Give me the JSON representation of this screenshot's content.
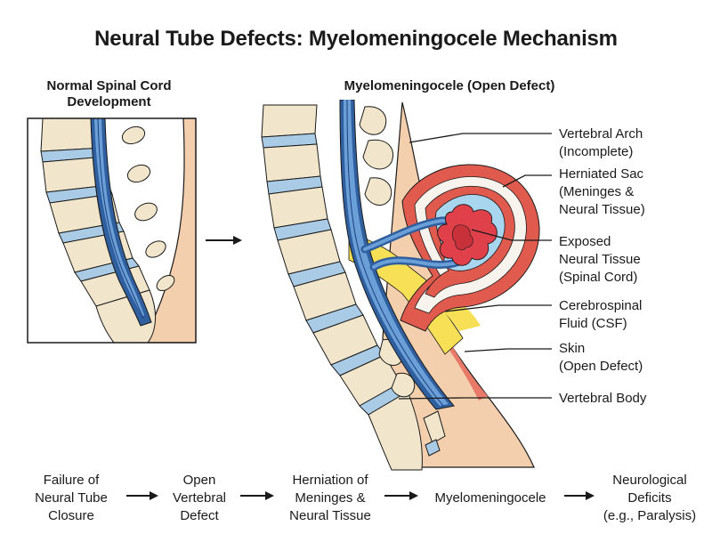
{
  "title": "Neural Tube Defects: Myelomeningocele Mechanism",
  "panels": {
    "normal": {
      "heading": "Normal Spinal Cord Development"
    },
    "defect": {
      "heading": "Myelomeningocele (Open Defect)"
    }
  },
  "labels": [
    {
      "id": "vertebral-arch",
      "text": "Vertebral Arch\n(Incomplete)"
    },
    {
      "id": "herniated-sac",
      "text": "Herniated Sac\n(Meninges &\nNeural Tissue)"
    },
    {
      "id": "exposed-neural-tissue",
      "text": "Exposed\nNeural Tissue\n(Spinal Cord)"
    },
    {
      "id": "csf",
      "text": "Cerebrospinal\nFluid (CSF)"
    },
    {
      "id": "skin",
      "text": "Skin\n(Open Defect)"
    },
    {
      "id": "vertebral-body",
      "text": "Vertebral Body"
    }
  ],
  "flow": [
    "Failure of\nNeural Tube\nClosure",
    "Open\nVertebral\nDefect",
    "Herniation of\nMeninges &\nNeural Tissue",
    "Myelomeningocele",
    "Neurological\nDeficits\n(e.g., Paralysis)"
  ],
  "colors": {
    "outline": "#1a1a1a",
    "bone": "#f1e6cc",
    "disc": "#a9cbe6",
    "cord": "#4f86c6",
    "dura": "#2f5f9e",
    "csf": "#f7df56",
    "sac_wall": "#e05a4e",
    "neural_tissue": "#e0404a",
    "skin": "#f4cfae",
    "sac_fluid": "#a9d6ef"
  }
}
